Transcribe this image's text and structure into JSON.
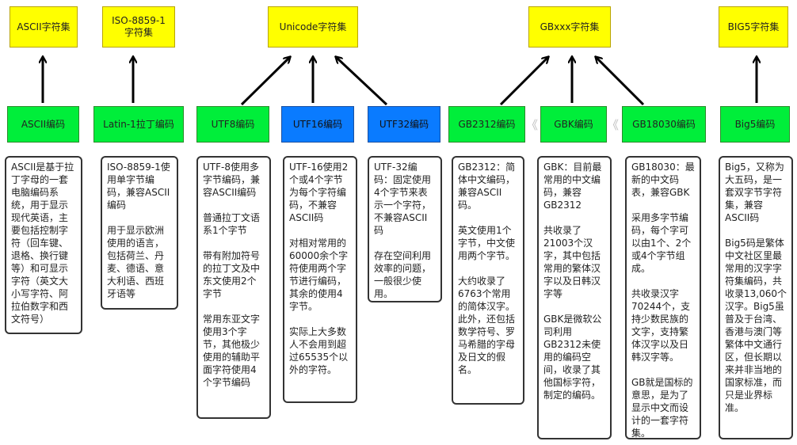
{
  "charsets": {
    "ascii": "ASCII字符集",
    "iso": "ISO-8859-1\n字符集",
    "unicode": "Unicode字符集",
    "gb": "GBxxx字符集",
    "big5": "BIG5字符集"
  },
  "encodings": {
    "ascii": "ASCII编码",
    "latin1": "Latin-1拉丁编码",
    "utf8": "UTF8编码",
    "utf16": "UTF16编码",
    "utf32": "UTF32编码",
    "gb2312": "GB2312编码",
    "gbk": "GBK编码",
    "gb18030": "GB18030编码",
    "big5": "Big5编码"
  },
  "separators": {
    "left": "《",
    "right": "《"
  },
  "descriptions": {
    "ascii": "ASCII是基于拉丁字母的一套电脑编码系统，用于显示现代英语，主要包括控制字符（回车键、退格、换行键等）和可显示字符（英文大小写字符、阿拉伯数字和西文符号）",
    "latin1": "ISO-8859-1使用单字节编码，兼容ASCII编码\n\n用于显示欧洲使用的语言，包括荷兰、丹麦、德语、意大利语、西班牙语等",
    "utf8": "UTF-8使用多字节编码，兼容ASCII编码\n\n普通拉丁文语系1个字节\n\n带有附加符号的拉丁文及中东文使用2个字节\n\n常用东亚文字使用3个字节，其他极少使用的辅助平面字符使用4个字节编码",
    "utf16": "UTF-16使用2个或4个字节为每个字符编码，不兼容ASCII码\n\n对相对常用的60000余个字符使用两个字节进行编码，其余的使用4字节。\n\n实际上大多数人不会用到超过65535个以外的字符。",
    "utf32": "UTF-32编码：固定使用4个字节来表示一个字符，不兼容ASCII码\n\n存在空间利用效率的问题，一般很少使用。",
    "gb2312": "GB2312：简体中文编码，兼容ASCII码。\n\n英文使用1个字节，中文使用两个字节。\n\n大约收录了6763个常用的简体汉字。此外，还包括数学符号、罗马希腊的字母及日文的假名。",
    "gbk": "GBK：目前最常用的中文编码，兼容GB2312\n\n共收录了21003个汉字，其中包括常用的繁体汉字以及日韩汉字等\n\nGBK是微软公司利用GB2312未使用的编码空间，收录了其他国标字符，制定的编码。",
    "gb18030": "GB18030：最新的中文码表，兼容GBK\n\n采用多字节编码，每个字可以由1个、2个或4个字节组成。\n\n共收录汉字70244个，支持少数民族的文字，支持繁体汉字以及日韩汉字等。\n\nGB就是国标的意思，是为了显示中文而设计的一套字符集。",
    "big5": "Big5，又称为大五码，是一套双字节字符集，兼容ASCII码\n\nBig5码是繁体中文社区里最常用的汉字字符集编码，共收录13,060个汉字。Big5虽普及于台湾、香港与澳门等繁体中文通行区，但长期以来并非当地的国家标准，而只是业界标准。"
  }
}
